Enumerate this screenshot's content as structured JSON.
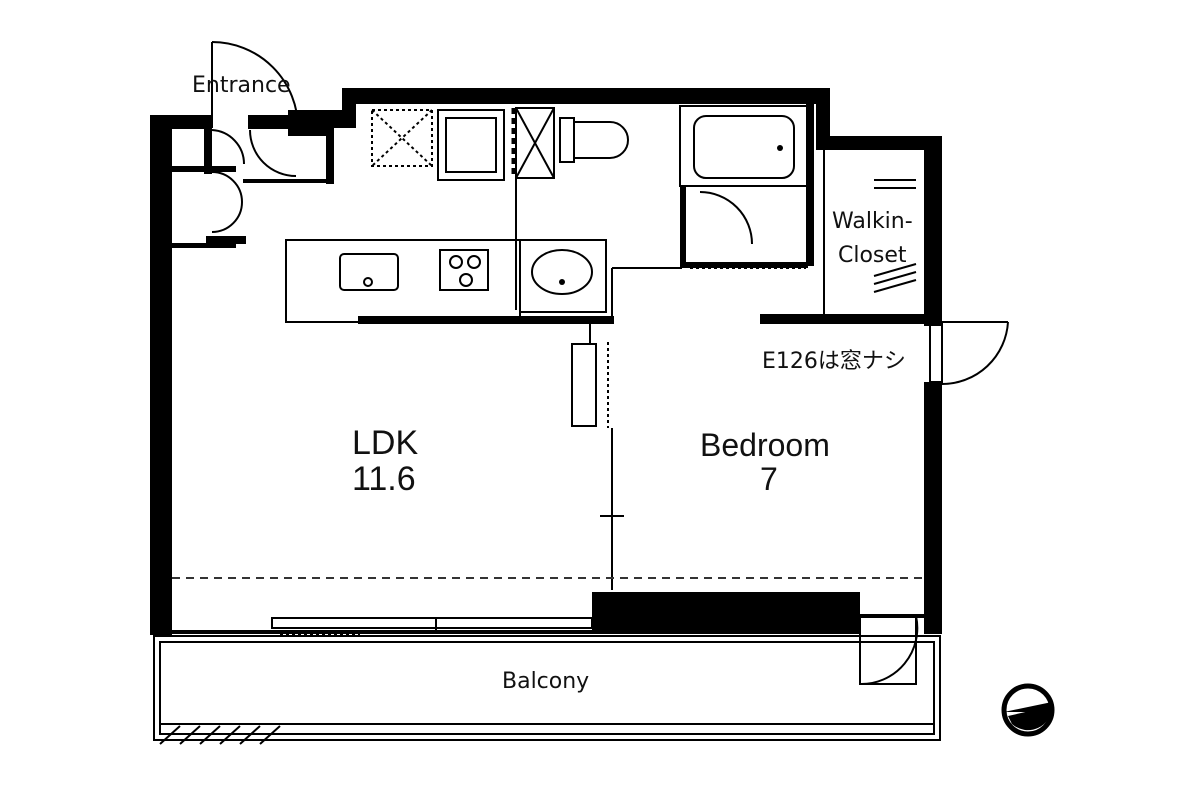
{
  "labels": {
    "entrance": "Entrance",
    "ldk_name": "LDK",
    "ldk_size": "11.6",
    "bedroom_name": "Bedroom",
    "bedroom_size": "7",
    "closet_line1": "Walkin-",
    "closet_line2": "Closet",
    "note": "E126は窓ナシ",
    "balcony": "Balcony"
  },
  "icons": {
    "compass": "north-compass-icon"
  }
}
